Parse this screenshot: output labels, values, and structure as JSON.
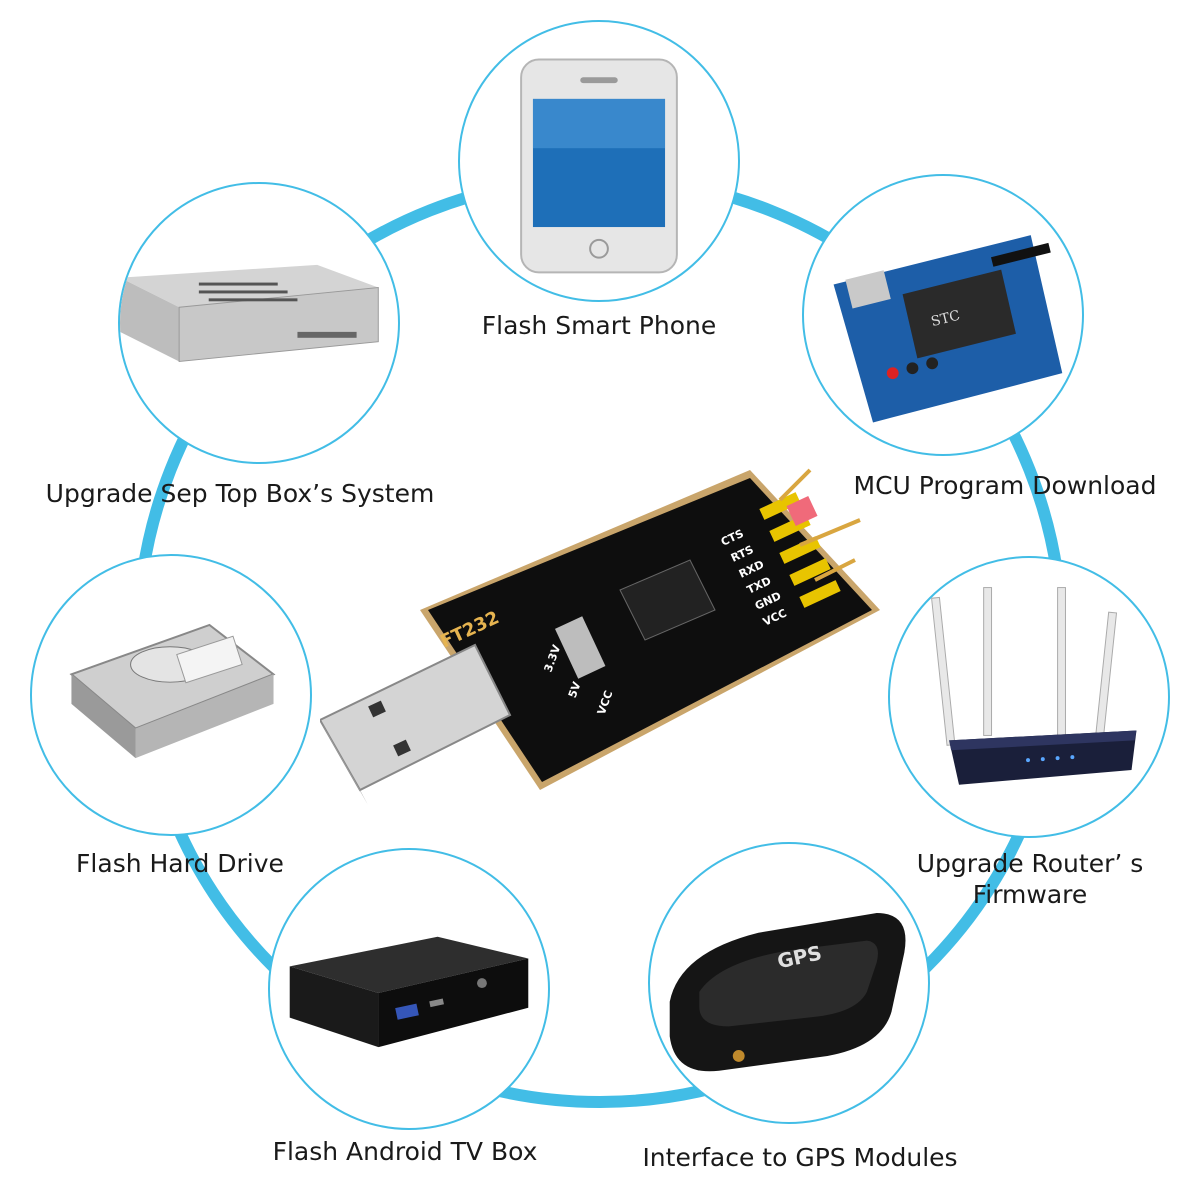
{
  "accent_color": "#42bde6",
  "center_device": {
    "icon": "ft232-usb-adapter-icon",
    "board_label": "FT232",
    "pin_labels": [
      "CTS",
      "RTS",
      "RXD",
      "TXD",
      "GND",
      "VCC"
    ],
    "switch_labels": [
      "3.3V",
      "5V"
    ],
    "vcc_label": "VCC"
  },
  "applications": [
    {
      "id": "phone",
      "label": "Flash Smart Phone",
      "icon": "smartphone-icon"
    },
    {
      "id": "mcu",
      "label": "MCU Program Download",
      "icon": "microcontroller-board-icon"
    },
    {
      "id": "router",
      "label": "Upgrade Router’ s",
      "label_line2": "Firmware",
      "icon": "wifi-router-icon"
    },
    {
      "id": "gps",
      "label": "Interface to GPS Modules",
      "icon": "gps-module-icon",
      "device_text": "GPS"
    },
    {
      "id": "tvbox",
      "label": "Flash Android TV Box",
      "icon": "android-tv-box-icon"
    },
    {
      "id": "hdd",
      "label": "Flash Hard Drive",
      "icon": "hard-drive-icon"
    },
    {
      "id": "stb",
      "label": "Upgrade Sep Top Box’s System",
      "icon": "set-top-box-icon"
    }
  ]
}
